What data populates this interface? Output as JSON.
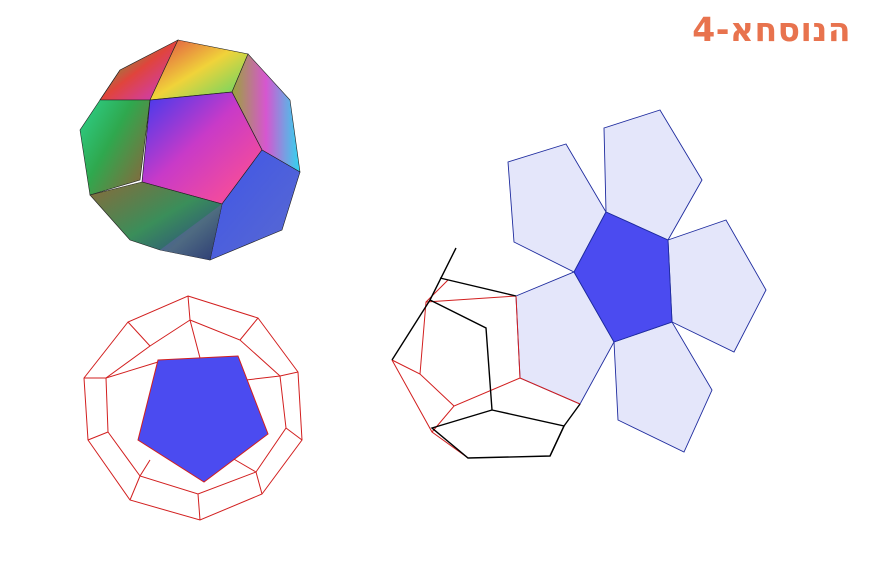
{
  "header": {
    "title": "הנוסחא-4"
  },
  "colors": {
    "title": "#E8734E",
    "face_blue": "#4B4BF0",
    "net_face_fill": "#E4E6FA",
    "net_edge": "#1E2B9E",
    "wire_red": "#D21F1F",
    "wire_black": "#000000"
  },
  "figures": [
    {
      "name": "shaded-dodecahedron"
    },
    {
      "name": "dodecahedron-wireframe-top-view"
    },
    {
      "name": "dodecahedron-net-partially-folded"
    }
  ]
}
